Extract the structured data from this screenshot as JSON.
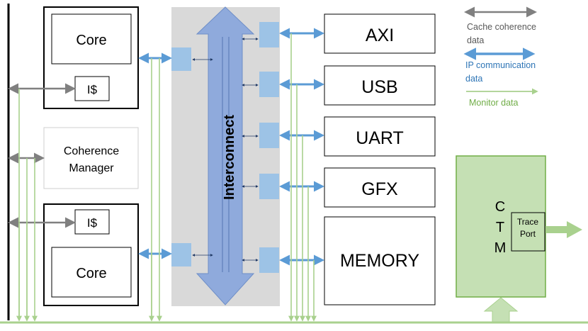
{
  "blocks": {
    "core_top": "Core",
    "icache_top": "I$",
    "coherence_manager_line1": "Coherence",
    "coherence_manager_line2": "Manager",
    "icache_bottom": "I$",
    "core_bottom": "Core",
    "interconnect": "Interconnect",
    "peripherals": [
      "AXI",
      "USB",
      "UART",
      "GFX",
      "MEMORY"
    ],
    "ctm_letters": [
      "C",
      "T",
      "M"
    ],
    "trace_port_line1": "Trace",
    "trace_port_line2": "Port"
  },
  "legend": {
    "cache_coherence_line1": "Cache coherence",
    "cache_coherence_line2": "data",
    "ip_comm_line1": "IP communication",
    "ip_comm_line2": "data",
    "monitor": "Monitor data"
  },
  "colors": {
    "cache_coherence": "#808080",
    "ip_communication": "#5b9bd5",
    "monitor": "#a9d18e",
    "interconnect_bg": "#d9d9d9",
    "interconnect_arrow": "#8faadc",
    "port": "#9dc3e6",
    "ctm_fill": "#c5e0b4"
  }
}
